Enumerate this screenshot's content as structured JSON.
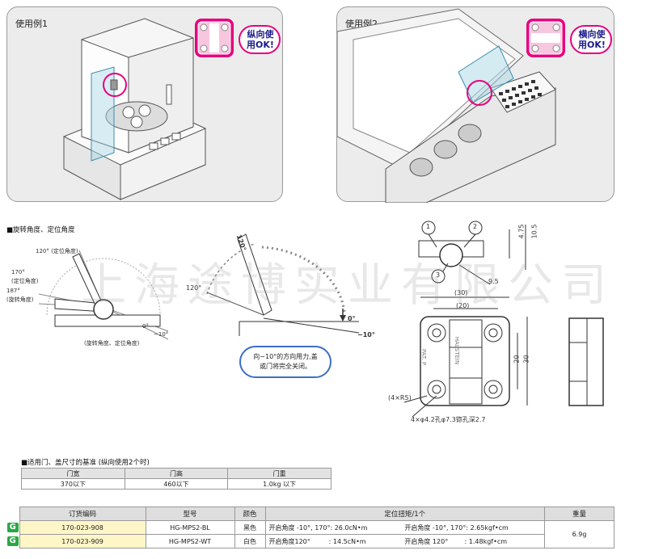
{
  "examples": {
    "ex1_label": "使用例1",
    "ex1_badge": "纵向使\n用OK!",
    "ex2_label": "使用例2",
    "ex2_badge": "横向使\n用OK!"
  },
  "angles": {
    "title": "■旋转角度、定位角度",
    "a120": "120° (定位角度)",
    "a170": "170°",
    "a170_sub": "(定位角度)",
    "a187": "187°",
    "a187_sub": "(旋转角度)",
    "a0": "0°",
    "aneg10": "−10°",
    "rot_label": "(旋转角度、定位角度)",
    "b120": "120°",
    "b120b": "120°",
    "b0": "0°",
    "bneg10": "−10°",
    "callout_line1": "向−10°的方向用力,盖",
    "callout_line2": "或门将完全关闭。"
  },
  "drawing": {
    "c1": "1",
    "c2": "2",
    "c3": "3",
    "d475": "4.75",
    "d105": "10.5",
    "d95": "9.5",
    "d30": "(30)",
    "d20": "(20)",
    "d20v": "20",
    "d30v": "30",
    "r5": "(4×R5)",
    "holes": "4×φ4.2孔φ7.3锪孔深2.7",
    "mark1": "HALSTEIN",
    "mark2": "PAT. P"
  },
  "size_table": {
    "title": "■适用门、盖尺寸的基准 (纵向使用2个时)",
    "headers": [
      "门宽",
      "门高",
      "门重"
    ],
    "row": [
      "370以下",
      "460以下",
      "1.0kg 以下"
    ]
  },
  "order_table": {
    "headers": [
      "订货编码",
      "型号",
      "颜色",
      "定位扭矩/1个",
      "重量"
    ],
    "rows": [
      {
        "icon": "G",
        "code": "170-023-908",
        "model": "HG-MPS2-BL",
        "color": "黑色",
        "torque_a": "开启角度 -10°, 170°: 26.0cN•m",
        "torque_b": "开启角度 -10°, 170°: 2.65kgf•cm"
      },
      {
        "icon": "G",
        "code": "170-023-909",
        "model": "HG-MPS2-WT",
        "color": "白色",
        "torque_a": "开启角度120°         : 14.5cN•m",
        "torque_b": "开启角度 120°        : 1.48kgf•cm"
      }
    ],
    "weight": "6.9g"
  },
  "watermark": "上海途博实业有限公司"
}
